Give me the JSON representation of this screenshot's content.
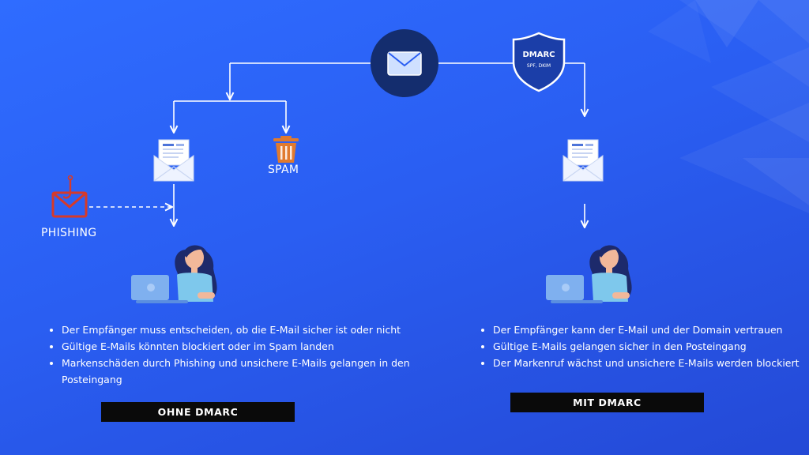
{
  "labels": {
    "spam": "SPAM",
    "phishing": "PHISHING",
    "dmarc_shield_title": "DMARC",
    "dmarc_shield_subtitle": "SPF, DKIM"
  },
  "left": {
    "bullets": [
      "Der Empfänger muss entscheiden, ob die E-Mail sicher ist oder nicht",
      "Gültige E-Mails könnten blockiert oder im Spam landen",
      "Markenschäden durch Phishing und unsichere E-Mails gelangen in den Posteingang"
    ],
    "tag": "OHNE DMARC"
  },
  "right": {
    "bullets": [
      "Der Empfänger kann der E-Mail und der Domain vertrauen",
      "Gültige E-Mails gelangen sicher in den Posteingang",
      "Der Markenruf wächst und unsichere E-Mails werden blockiert"
    ],
    "tag": "MIT DMARC"
  },
  "colors": {
    "background": "#2a5ef2",
    "connector": "#ffffff",
    "mail_badge": "#142d6e",
    "shield": "#1b3ea8",
    "phishing_icon": "#d63a2a",
    "trash_icon": "#e07a2e",
    "tag_background": "#0a0a0a"
  },
  "icons": [
    "envelope-icon",
    "dmarc-shield-icon",
    "open-mail-icon",
    "trash-icon",
    "phishing-hook-icon",
    "woman-laptop-illustration"
  ]
}
